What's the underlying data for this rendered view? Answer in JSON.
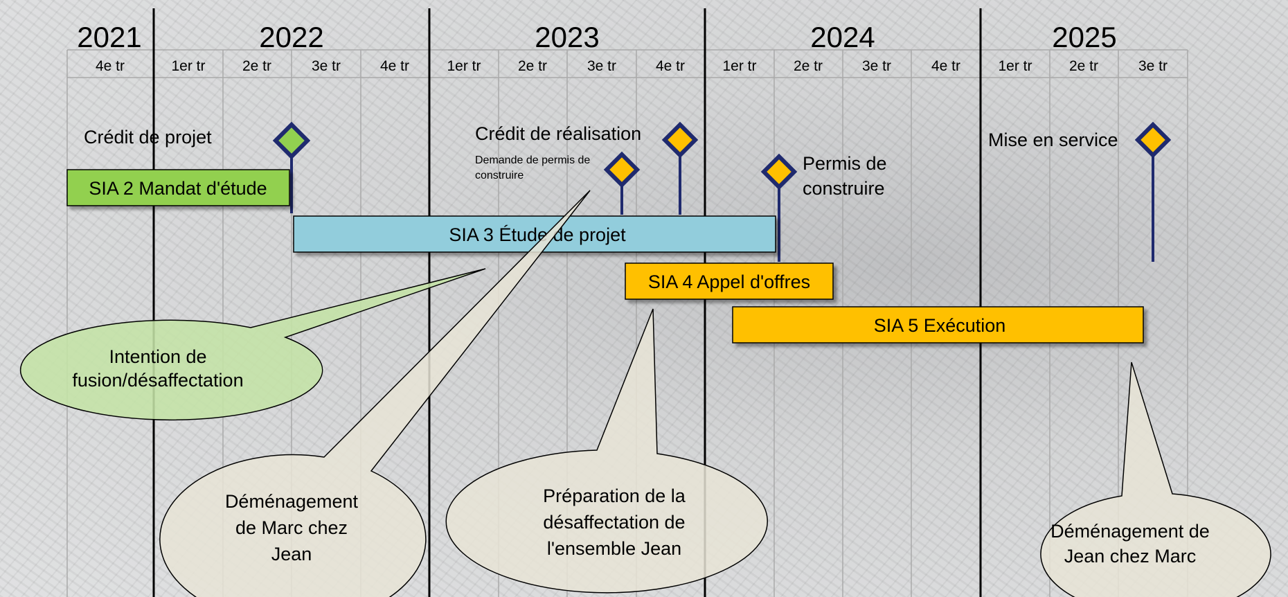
{
  "timeline": {
    "years": [
      {
        "label": "2021",
        "quarters": [
          "4e tr"
        ]
      },
      {
        "label": "2022",
        "quarters": [
          "1er tr",
          "2e tr",
          "3e tr",
          "4e tr"
        ]
      },
      {
        "label": "2023",
        "quarters": [
          "1er tr",
          "2e tr",
          "3e tr",
          "4e tr"
        ]
      },
      {
        "label": "2024",
        "quarters": [
          "1er tr",
          "2e tr",
          "3e tr",
          "4e tr"
        ]
      },
      {
        "label": "2025",
        "quarters": [
          "1er tr",
          "2e tr",
          "3e tr"
        ]
      }
    ]
  },
  "phases": [
    {
      "label": "SIA 2 Mandat d'étude",
      "color": "#92d050"
    },
    {
      "label": "SIA 3 Étude de projet",
      "color": "#92cddc"
    },
    {
      "label": "SIA 4 Appel d'offres",
      "color": "#ffc000"
    },
    {
      "label": "SIA 5 Exécution",
      "color": "#ffc000"
    }
  ],
  "milestones": [
    {
      "lines": [
        "Crédit de projet"
      ],
      "diamond_color": "#92d050"
    },
    {
      "lines": [
        "Demande de permis de",
        "construire"
      ],
      "diamond_color": "#ffc000"
    },
    {
      "lines": [
        "Crédit de réalisation"
      ],
      "diamond_color": "#ffc000"
    },
    {
      "lines": [
        "Permis de",
        "construire"
      ],
      "diamond_color": "#ffc000"
    },
    {
      "lines": [
        "Mise en service"
      ],
      "diamond_color": "#ffc000"
    }
  ],
  "callouts": [
    {
      "lines": [
        "Intention de",
        "fusion/désaffectation"
      ],
      "color": "#c4e2a6"
    },
    {
      "lines": [
        "Déménagement",
        "de Marc chez",
        "Jean"
      ],
      "color": "#e7e4d6"
    },
    {
      "lines": [
        "Préparation de la",
        "désaffectation de",
        "l'ensemble Jean"
      ],
      "color": "#e7e4d6"
    },
    {
      "lines": [
        "Déménagement de",
        "Jean chez Marc"
      ],
      "color": "#e7e4d6"
    }
  ],
  "colors": {
    "milestone_stem": "#1f2a6e",
    "diamond_border": "#1f2a6e",
    "year_divider": "#000000"
  }
}
